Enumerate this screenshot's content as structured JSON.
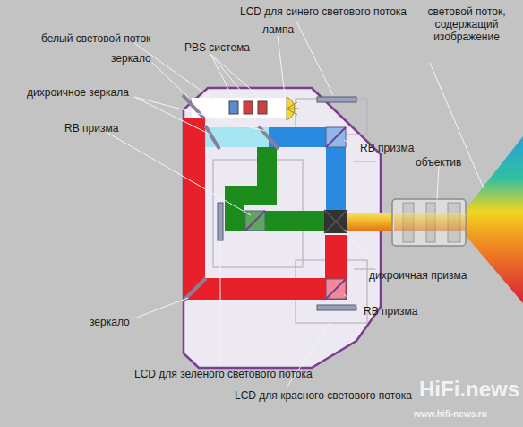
{
  "diagram": {
    "labels": [
      "LCD для синего светового потока",
      "лампа",
      "белый световой поток",
      "PBS система",
      "зеркало",
      "световой поток, содержащий изображение",
      "дихроичное зеркала",
      "RB призма",
      "RB призма",
      "объектив",
      "дихроичная призма",
      "RB призма",
      "зеркало",
      "LCD для зеленого светового потока",
      "LCD для красного светового потока",
      "HiFi.news",
      "www.hifi-news.ru"
    ]
  }
}
